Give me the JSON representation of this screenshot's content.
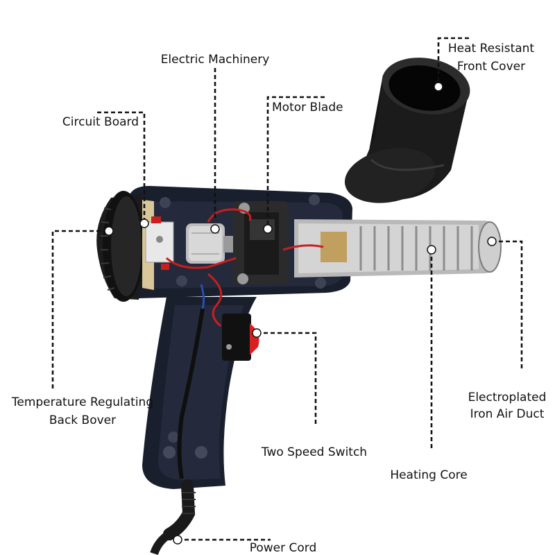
{
  "labels": {
    "electric_machinery": "Electric Machinery",
    "heat_cover": [
      "Heat Resistant",
      "Front Cover"
    ],
    "circuit_board": "Circuit Board",
    "motor_blade": "Motor Blade",
    "temp_back_cover": [
      "Temperature Regulating",
      "Back Bover"
    ],
    "air_duct": [
      "Electroplated",
      "Iron Air Duct"
    ],
    "two_speed_switch": "Two Speed Switch",
    "heating_core": "Heating Core",
    "power_cord": "Power Cord"
  },
  "colors": {
    "gun_body": "#1a1f2e",
    "cap_rubber": "#1c1c1c",
    "wire_red": "#c81e1e",
    "wire_blue": "#2a4fb0",
    "heating_element": "#c9c9c9",
    "switch_red": "#d82020",
    "label_text": "#111111"
  }
}
